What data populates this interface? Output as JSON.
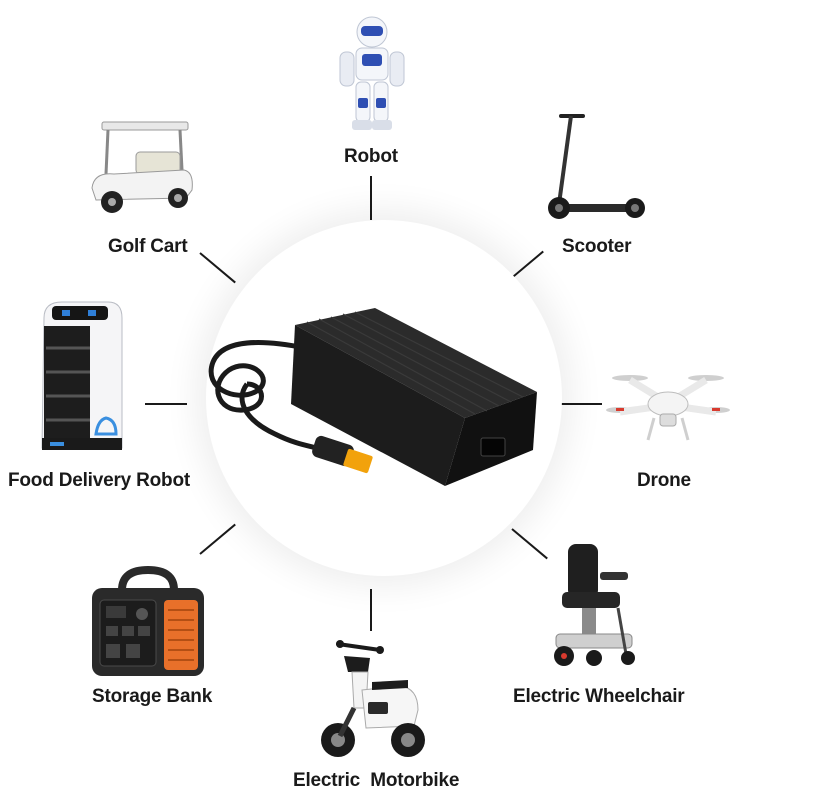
{
  "center_product": {
    "icon": "charger-icon"
  },
  "applications": [
    {
      "id": "robot",
      "label": "Robot",
      "icon": "humanoid-robot-icon"
    },
    {
      "id": "golf-cart",
      "label": "Golf Cart",
      "icon": "golf-cart-icon"
    },
    {
      "id": "scooter",
      "label": "Scooter",
      "icon": "scooter-icon"
    },
    {
      "id": "food-delivery-robot",
      "label": "Food Delivery Robot",
      "icon": "delivery-robot-icon"
    },
    {
      "id": "drone",
      "label": "Drone",
      "icon": "drone-icon"
    },
    {
      "id": "storage-bank",
      "label": "Storage Bank",
      "icon": "power-station-icon"
    },
    {
      "id": "electric-wheelchair",
      "label": "Electric Wheelchair",
      "icon": "wheelchair-icon"
    },
    {
      "id": "electric-motorbike",
      "label": "Electric  Motorbike",
      "icon": "motorbike-icon"
    }
  ],
  "colors": {
    "accent_orange": "#e8702a",
    "charger_black": "#1c1c1c",
    "connector_yellow": "#f2a20c"
  }
}
